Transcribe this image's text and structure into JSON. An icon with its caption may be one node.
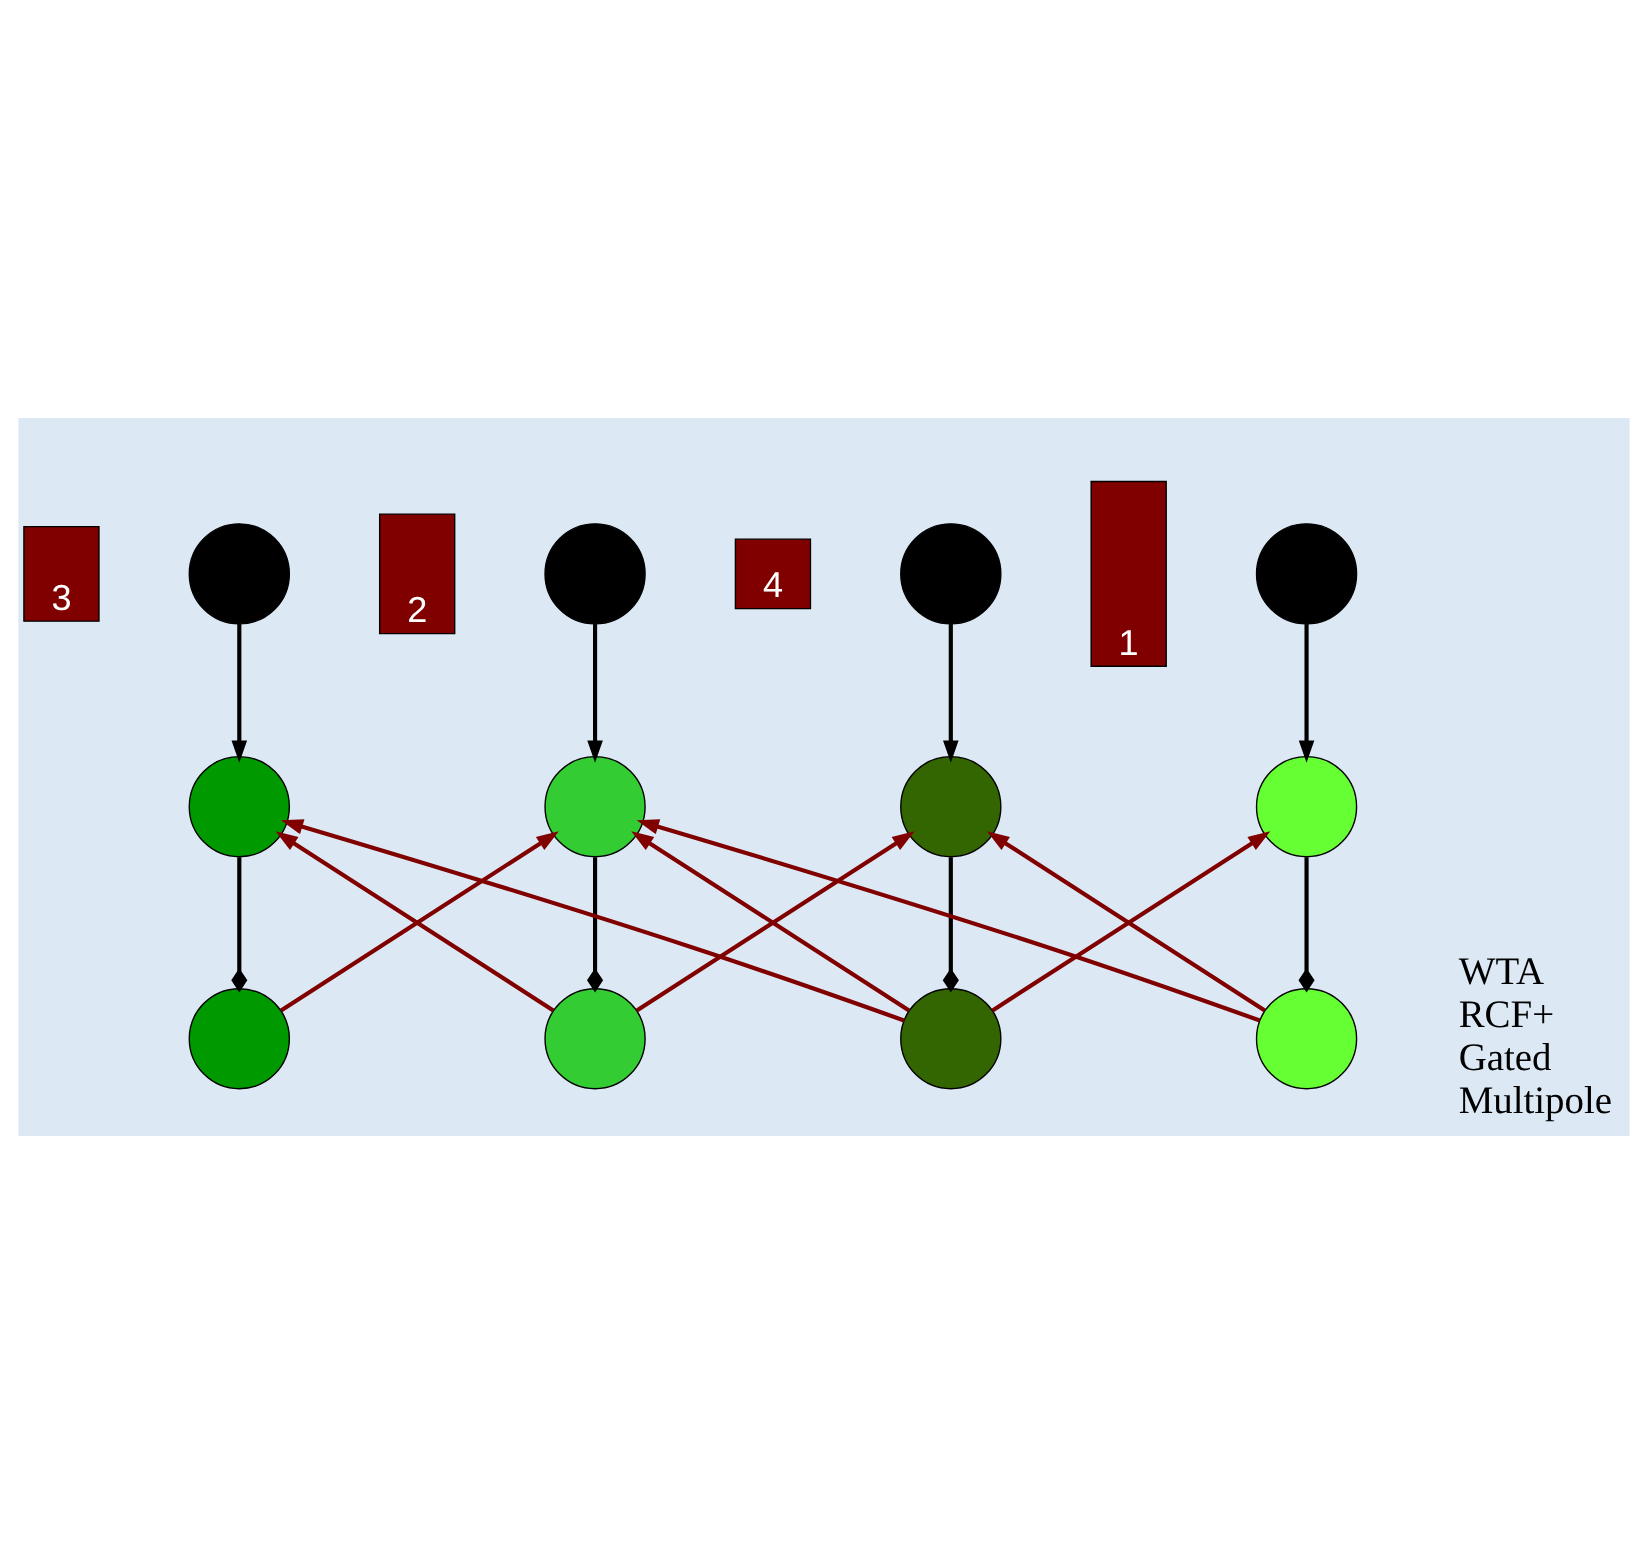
{
  "diagram": {
    "nodes": [
      {
        "text": [
          "3"
        ]
      },
      {
        "text": [
          "2"
        ]
      },
      {
        "text": [
          "4"
        ]
      },
      {
        "text": [
          "1"
        ]
      },
      {
        "text": [],
        "shape": "circle"
      },
      {
        "text": [],
        "shape": "circle"
      },
      {
        "text": [],
        "shape": "circle"
      },
      {
        "text": [],
        "shape": "circle"
      },
      {
        "text": [],
        "shape": "circle"
      },
      {
        "text": [],
        "shape": "circle"
      },
      {
        "text": [],
        "shape": "circle"
      },
      {
        "text": [],
        "shape": "circle"
      },
      {
        "text": [],
        "shape": "circle"
      },
      {
        "text": [],
        "shape": "circle"
      },
      {
        "text": [],
        "shape": "circle"
      },
      {
        "text": [],
        "shape": "circle"
      }
    ],
    "edges": [
      {
        "from": 4,
        "to": 8,
        "arrow": "to"
      },
      {
        "from": 5,
        "to": 9,
        "arrow": "to"
      },
      {
        "from": 6,
        "to": 10,
        "arrow": "to"
      },
      {
        "from": 7,
        "to": 11,
        "arrow": "to"
      },
      {
        "from": 8,
        "to": 12,
        "arrow": "other"
      },
      {
        "from": 9,
        "to": 13,
        "arrow": "other"
      },
      {
        "from": 10,
        "to": 14,
        "arrow": "other"
      },
      {
        "from": 11,
        "to": 15,
        "arrow": "other"
      },
      {
        "from": 12,
        "to": 9,
        "arrow": "to",
        "color": "#800000"
      },
      {
        "from": 13,
        "to": 8,
        "arrow": "to",
        "color": "#800000"
      },
      {
        "from": 13,
        "to": 10,
        "arrow": "to",
        "color": "#800000"
      },
      {
        "from": 14,
        "to": 8,
        "arrow": "to",
        "color": "#800000"
      },
      {
        "from": 14,
        "to": 9,
        "arrow": "to",
        "color": "#800000"
      },
      {
        "from": 14,
        "to": 11,
        "arrow": "to",
        "color": "#800000"
      },
      {
        "from": 15,
        "to": 9,
        "arrow": "to",
        "color": "#800000"
      },
      {
        "from": 15,
        "to": 10,
        "arrow": "to",
        "color": "#800000"
      }
    ],
    "labels": [
      "WTA RCF+ Gated Multipole"
    ]
  }
}
